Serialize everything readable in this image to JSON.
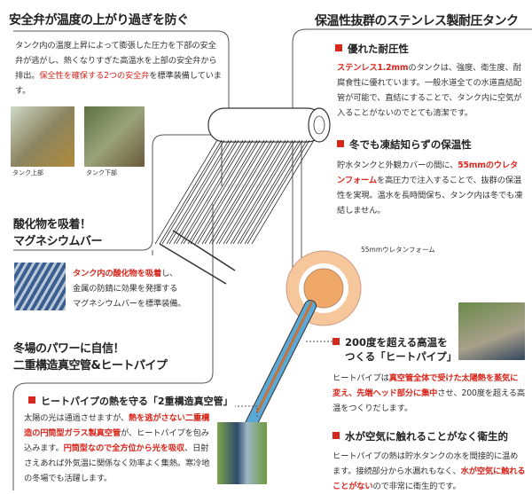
{
  "left": {
    "title": "安全弁が温度の上がり過ぎを防ぐ",
    "valve_text": [
      "タンク内の温度上昇によって膨張した圧力を下部の安全弁が逃がし、熱くなりすぎた高温水を上部の安全弁から排出。",
      "保全性を確保する2つの安全弁",
      "を標準装備しています。"
    ],
    "captions": [
      "タンク上部",
      "タンク下部"
    ],
    "mg_title": [
      "酸化物を吸着！",
      "マグネシウムバー"
    ],
    "mg_text": [
      "タンク内の酸化物を吸着",
      "し、",
      "金属の防錆に効果を発揮する",
      "マグネシウムバーを標準装備。"
    ],
    "winter_title": [
      "冬場のパワーに自信！",
      "二重構造真空管&ヒートパイプ"
    ],
    "tube_heading": "ヒートパイプの熱を守る「2重構造真空管」",
    "tube_text": [
      "太陽の光は通過させますが、",
      "熱を逃がさない二重構造の円筒型ガラス製真空管",
      "が、ヒートパイプを包み込みます。",
      "円筒型なので全方位から光を吸収",
      "、日射さえあれば外気温に関係なく効率よく集熱。寒冷地の冬場でも活躍します。"
    ]
  },
  "right": {
    "title": "保温性抜群のステンレス製耐圧タンク",
    "pressure_heading": "優れた耐圧性",
    "pressure_text": [
      "ステンレス1.2mm",
      "のタンクは、強度、衛生度、耐腐食性に優れています。一般水道全ての水道直結配管が可能で、直結にすることで、タンク内に空気が入ることがないのでとても清潔です。"
    ],
    "winter_heading": "冬でも凍結知らずの保温性",
    "winter_text": [
      "貯水タンクと外観カバーの間に、",
      "55mmのウレタンフォーム",
      "を高圧力で注入することで、抜群の保温性を実現。温水を長時間保ち、タンク内は冬でも凍結しません。"
    ],
    "foam_label": "55mmウレタンフォーム",
    "heatpipe_heading": [
      "200度を超える高温を",
      "つくる「ヒートパイプ」"
    ],
    "heatpipe_text": [
      "ヒートパイプは",
      "真空管全体で受けた太陽熱を蒸気に変え、先端ヘッド部分に集中",
      "させ、200度を超える高温をつくりだします。"
    ],
    "hygiene_heading": "水が空気に触れることがなく衛生的",
    "hygiene_text": [
      "ヒートパイプの熱は貯水タンクの水を間接的に温めます。接続部分から水漏れもなく、",
      "水が空気に触れることがない",
      "ので非常に衛生的です。"
    ]
  },
  "colors": {
    "accent": "#d7281e",
    "foam": "#f0a868",
    "pipe": "#5aa9d6"
  }
}
